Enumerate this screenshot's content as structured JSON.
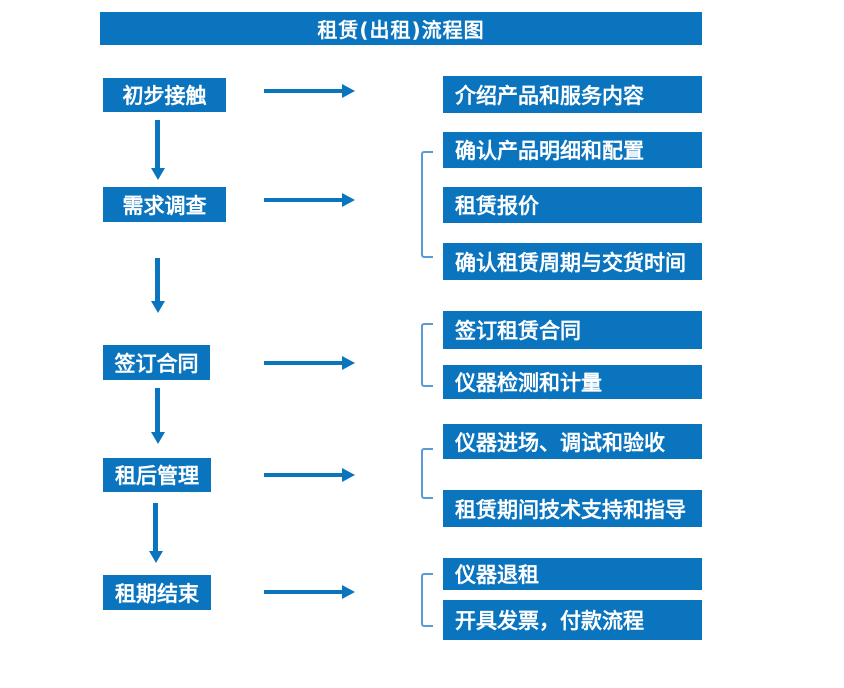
{
  "title": "租赁(出租)流程图",
  "colors": {
    "primary_blue": "#0b74be",
    "bracket_blue": "#5b9bd5",
    "text_on_primary": "#ffffff",
    "background": "#ffffff"
  },
  "steps": [
    {
      "label": "初步接触",
      "details": [
        "介绍产品和服务内容"
      ]
    },
    {
      "label": "需求调查",
      "details": [
        "确认产品明细和配置",
        "租赁报价",
        "确认租赁周期与交货时间"
      ]
    },
    {
      "label": "签订合同",
      "details": [
        "签订租赁合同",
        "仪器检测和计量"
      ]
    },
    {
      "label": "租后管理",
      "details": [
        "仪器进场、调试和验收",
        "租赁期间技术支持和指导"
      ]
    },
    {
      "label": "租期结束",
      "details": [
        "仪器退租",
        "开具发票，付款流程"
      ]
    }
  ]
}
